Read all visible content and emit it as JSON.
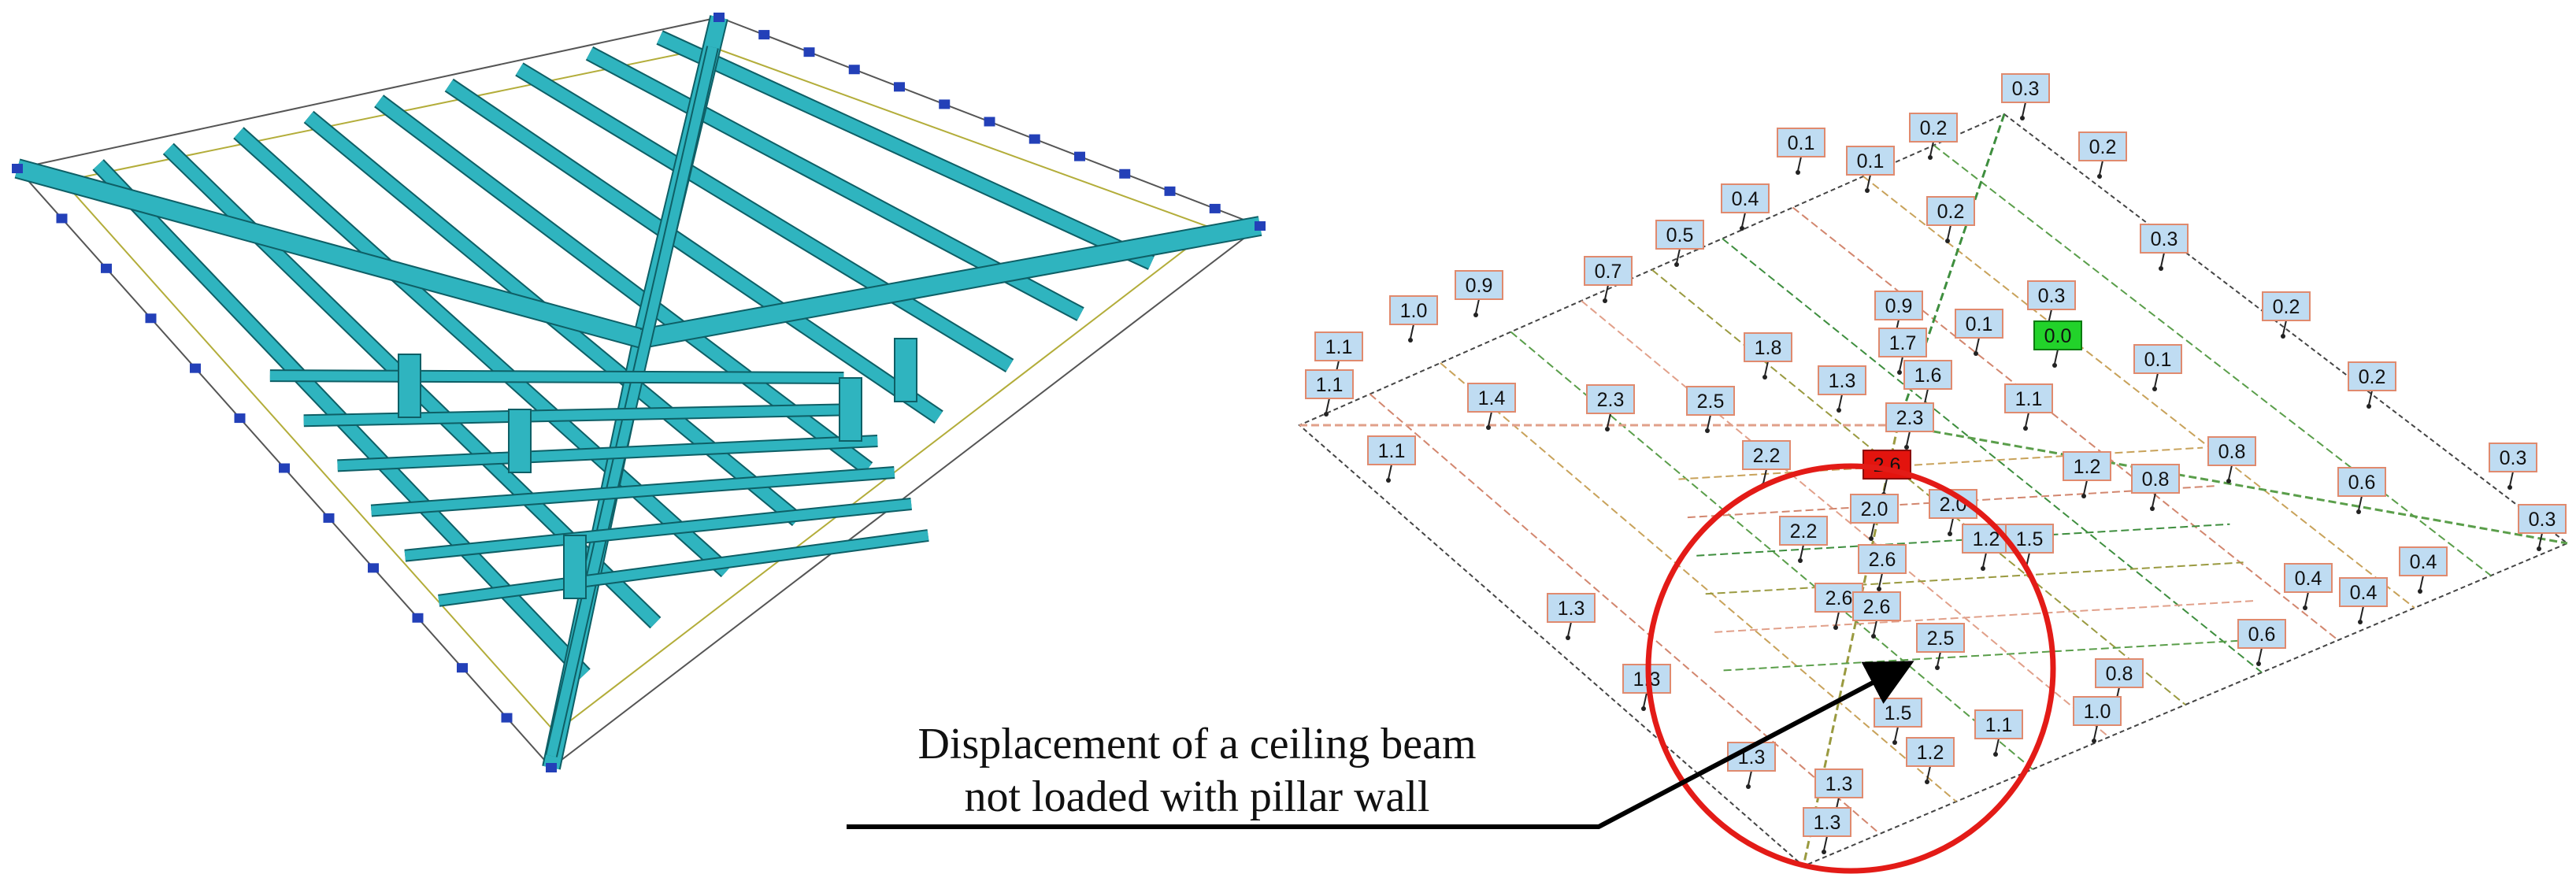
{
  "colors": {
    "beam_fill": "#2fb4bf",
    "beam_edge": "#0e5f66",
    "connector": "#2340b8",
    "label_fill": "#bfdcf2",
    "label_border": "#e08a6e",
    "label_max": "#e3140e",
    "label_min": "#22d22a",
    "highlight_circle": "#e31b17",
    "arrow": "#000000"
  },
  "labels": [
    {
      "id": "p01",
      "text": "0.3"
    },
    {
      "id": "p02",
      "text": "0.2"
    },
    {
      "id": "p03",
      "text": "0.1"
    },
    {
      "id": "p04",
      "text": "0.1"
    },
    {
      "id": "p05",
      "text": "0.2"
    },
    {
      "id": "p06",
      "text": "0.4"
    },
    {
      "id": "p07",
      "text": "0.5"
    },
    {
      "id": "p08",
      "text": "0.2"
    },
    {
      "id": "p09",
      "text": "0.3"
    },
    {
      "id": "p10",
      "text": "0.7"
    },
    {
      "id": "p11",
      "text": "0.9"
    },
    {
      "id": "p12",
      "text": "1.0"
    },
    {
      "id": "p13",
      "text": "0.9"
    },
    {
      "id": "p14",
      "text": "0.3"
    },
    {
      "id": "p15",
      "text": "0.1"
    },
    {
      "id": "p16",
      "text": "0.0",
      "kind": "min"
    },
    {
      "id": "p17",
      "text": "0.2"
    },
    {
      "id": "p18",
      "text": "1.1"
    },
    {
      "id": "p19",
      "text": "1.8"
    },
    {
      "id": "p20",
      "text": "1.7"
    },
    {
      "id": "p21",
      "text": "0.1"
    },
    {
      "id": "p22",
      "text": "1.1"
    },
    {
      "id": "p23",
      "text": "1.3"
    },
    {
      "id": "p24",
      "text": "1.6"
    },
    {
      "id": "p25",
      "text": "1.4"
    },
    {
      "id": "p26",
      "text": "2.3"
    },
    {
      "id": "p27",
      "text": "2.5"
    },
    {
      "id": "p28",
      "text": "1.1"
    },
    {
      "id": "p29",
      "text": "0.2"
    },
    {
      "id": "p30",
      "text": "2.3"
    },
    {
      "id": "p31",
      "text": "1.1"
    },
    {
      "id": "p32",
      "text": "2.2"
    },
    {
      "id": "p33",
      "text": "2.6",
      "kind": "max"
    },
    {
      "id": "p34",
      "text": "0.8"
    },
    {
      "id": "p35",
      "text": "1.2"
    },
    {
      "id": "p36",
      "text": "0.8"
    },
    {
      "id": "p37",
      "text": "0.3"
    },
    {
      "id": "p38",
      "text": "0.6"
    },
    {
      "id": "p39",
      "text": "2.0"
    },
    {
      "id": "p40",
      "text": "2.0"
    },
    {
      "id": "p41",
      "text": "1.2"
    },
    {
      "id": "p42",
      "text": "2.2"
    },
    {
      "id": "p43",
      "text": "1.5"
    },
    {
      "id": "p44",
      "text": "0.3"
    },
    {
      "id": "p45",
      "text": "2.6"
    },
    {
      "id": "p46",
      "text": "0.4"
    },
    {
      "id": "p47",
      "text": "0.4"
    },
    {
      "id": "p48",
      "text": "0.4"
    },
    {
      "id": "p49",
      "text": "2.6"
    },
    {
      "id": "p50",
      "text": "2.6"
    },
    {
      "id": "p51",
      "text": "1.3"
    },
    {
      "id": "p52",
      "text": "0.6"
    },
    {
      "id": "p53",
      "text": "2.5"
    },
    {
      "id": "p54",
      "text": "1.3"
    },
    {
      "id": "p55",
      "text": "0.8"
    },
    {
      "id": "p56",
      "text": "1.0"
    },
    {
      "id": "p57",
      "text": "1.5"
    },
    {
      "id": "p58",
      "text": "1.1"
    },
    {
      "id": "p59",
      "text": "1.2"
    },
    {
      "id": "p60",
      "text": "1.3"
    },
    {
      "id": "p61",
      "text": "1.3"
    },
    {
      "id": "p62",
      "text": "1.3"
    }
  ],
  "caption": {
    "line1": "Displacement of a ceiling beam",
    "line2": "not loaded with pillar wall"
  }
}
